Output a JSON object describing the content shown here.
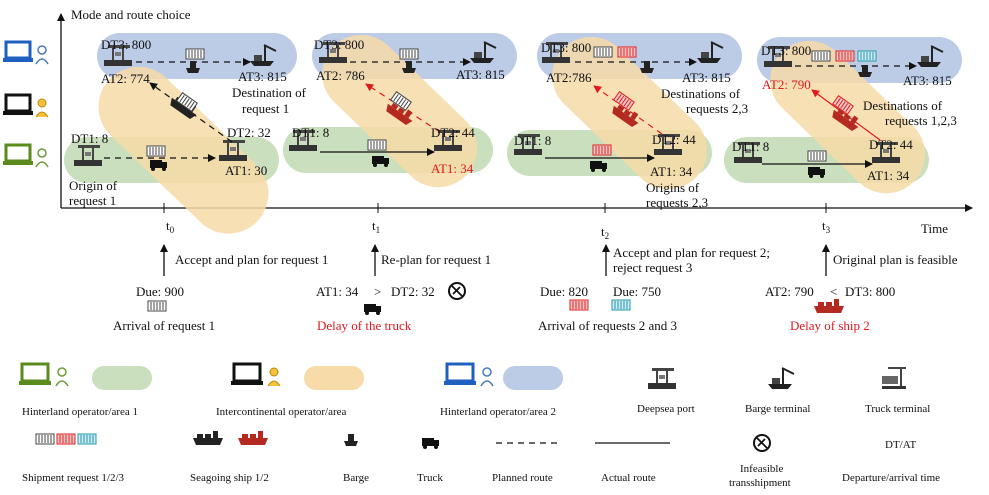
{
  "axis": {
    "y_label": "Mode and route choice",
    "x_label": "Time"
  },
  "colors": {
    "green": "#c9dfbe",
    "orange": "#f7dba8",
    "blue": "#bccbe6",
    "red": "#e0191f"
  },
  "stage0": {
    "dt3": "DT3: 800",
    "at2": "AT2: 774",
    "at3": "AT3: 815",
    "dest": [
      "Destination of",
      "request 1"
    ],
    "dt1": "DT1: 8",
    "dt2": "DT2: 32",
    "at1": "AT1: 30",
    "origin": [
      "Origin of",
      "request 1"
    ]
  },
  "stage1": {
    "dt3": "DT3: 800",
    "at2": "AT2: 786",
    "at3": "AT3: 815",
    "dt1": "DT1: 8",
    "dt2": "DT2: 44",
    "at1": "AT1: 34"
  },
  "stage2": {
    "dt3": "DT3: 800",
    "at2": "AT2:786",
    "at3": "AT3: 815",
    "dest": [
      "Destinations of",
      "requests 2,3"
    ],
    "dt1": "DT1: 8",
    "dt2": "DT2: 44",
    "at1": "AT1: 34",
    "origin": [
      "Origins of",
      "requests 2,3"
    ]
  },
  "stage3": {
    "dt3": "DT3: 800",
    "at2": "AT2: 790",
    "at3": "AT3: 815",
    "dest": [
      "Destinations of",
      "requests 1,2,3"
    ],
    "dt1": "DT1: 8",
    "dt2": "DT2: 44",
    "at1": "AT1: 34"
  },
  "ticks": [
    "t0",
    "t1",
    "t2",
    "t3"
  ],
  "events": [
    {
      "action": "Accept and plan for request 1",
      "top": "Due: 900",
      "bottom": "Arrival of request 1"
    },
    {
      "action": "Re-plan for request 1",
      "top_left": "AT1: 34",
      "op": ">",
      "top_right": "DT2: 32",
      "bottom": "Delay of the truck"
    },
    {
      "action": [
        "Accept and plan for request 2;",
        "reject request 3"
      ],
      "top_left": "Due: 820",
      "top_right": "Due: 750",
      "bottom": "Arrival of requests 2 and 3"
    },
    {
      "action": "Original plan is feasible",
      "top_left": "AT2: 790",
      "op": "<",
      "top_right": "DT3: 800",
      "bottom": "Delay of ship 2"
    }
  ],
  "legend": {
    "row1": [
      "Hinterland operator/area 1",
      "Intercontinental operator/area",
      "Hinterland operator/area 2",
      "Deepsea port",
      "Barge terminal",
      "Truck terminal"
    ],
    "row2": [
      "Shipment request 1/2/3",
      "Seagoing ship 1/2",
      "Barge",
      "Truck",
      "Planned route",
      "Actual route",
      "Infeasible transshipment",
      "Departure/arrival time"
    ],
    "dtat": "DT/AT"
  }
}
